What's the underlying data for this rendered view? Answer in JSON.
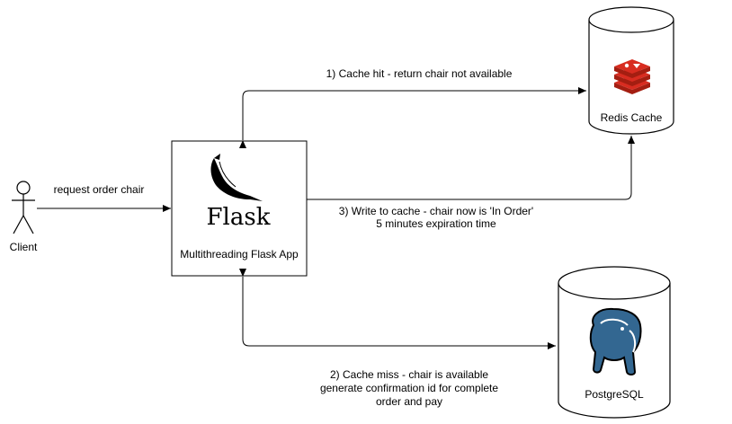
{
  "actor": {
    "label": "Client"
  },
  "app": {
    "label": "Multithreading Flask App",
    "logo_text": "Flask"
  },
  "redis": {
    "label": "Redis Cache",
    "logo_color": "#d82c20"
  },
  "postgres": {
    "label": "PostgreSQL",
    "logo_color": "#336791"
  },
  "edges": {
    "request": "request order chair",
    "cache_hit": "1) Cache hit - return chair not available",
    "write_line1": "3) Write to cache -  chair now is 'In Order'",
    "write_line2": "5 minutes expiration time",
    "miss_line1": "2) Cache miss - chair is available",
    "miss_line2": "generate confirmation id for complete",
    "miss_line3": "order and pay"
  }
}
